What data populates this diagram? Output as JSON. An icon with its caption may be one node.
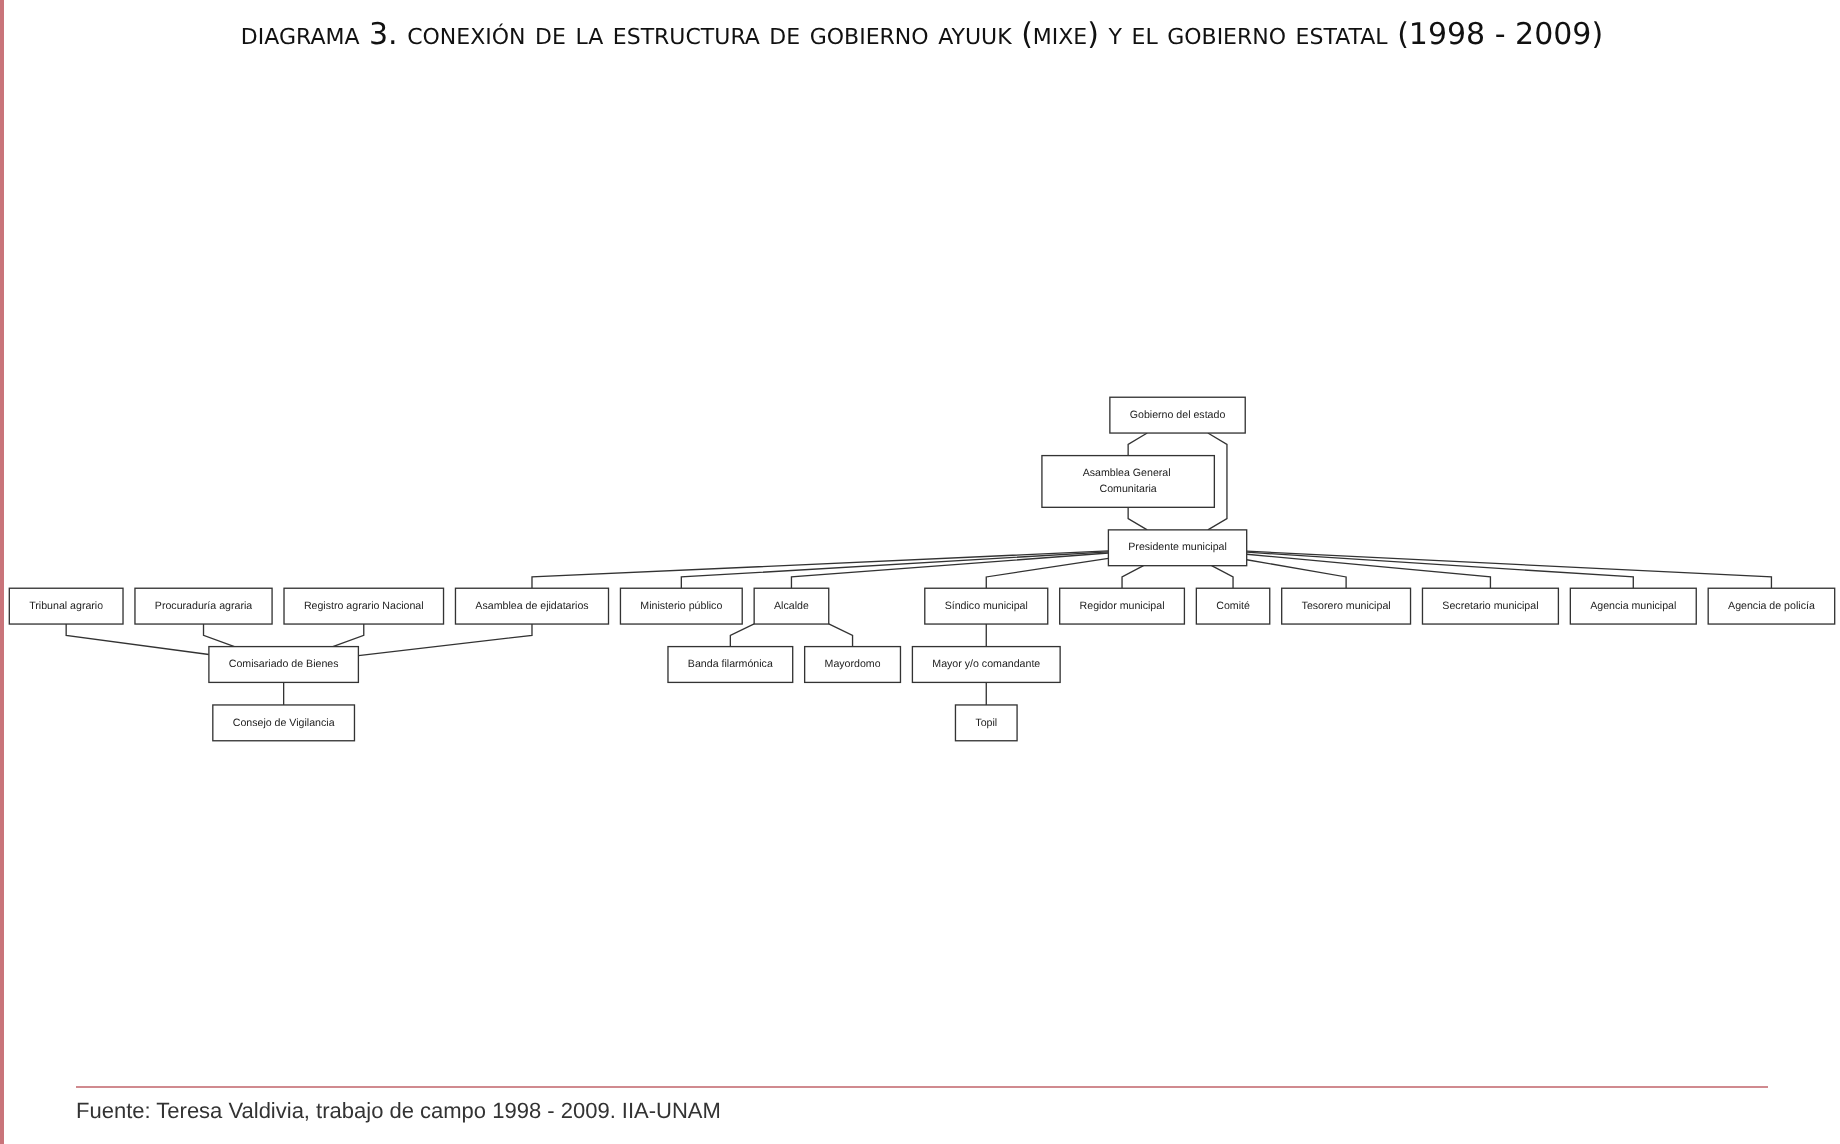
{
  "diagram": {
    "title": "diagrama 3. conexión de la estructura de gobierno ayuuk (mixe) y el gobierno estatal (1998 - 2009)",
    "caption": "Fuente: Teresa Valdivia, trabajo de campo 1998 - 2009. IIA-UNAM",
    "nodes": [
      {
        "text": [
          "Gobierno del estado"
        ]
      },
      {
        "text": [
          "Asamblea General Comunitaria"
        ]
      },
      {
        "text": [
          "Tribunal agrario"
        ]
      },
      {
        "text": [
          "Procuraduría agraria"
        ]
      },
      {
        "text": [
          "Registro agrario Nacional"
        ]
      },
      {
        "text": [
          "Ministerio público"
        ]
      },
      {
        "text": [
          "Presidente municipal"
        ]
      },
      {
        "text": [
          "Asamblea de ejidatarios"
        ]
      },
      {
        "text": [
          "Comisariado de Bienes"
        ]
      },
      {
        "text": [
          "Alcalde"
        ]
      },
      {
        "text": [
          "Síndico municipal"
        ]
      },
      {
        "text": [
          "Comité"
        ]
      },
      {
        "text": [
          "Regidor municipal"
        ]
      },
      {
        "text": [
          "Secretario municipal"
        ]
      },
      {
        "text": [
          "Agencia de policía"
        ]
      },
      {
        "text": [
          "Consejo de Vigilancia"
        ]
      },
      {
        "text": [
          "Banda filarmónica"
        ]
      },
      {
        "text": [
          "Mayor y/o comandante"
        ]
      },
      {
        "text": [
          "Mayordomo"
        ]
      },
      {
        "text": [
          "Topil"
        ]
      },
      {
        "text": [
          "Tesorero municipal"
        ]
      },
      {
        "text": [
          "Agencia municipal"
        ]
      }
    ],
    "edges": [
      {
        "from": 0,
        "to": 1,
        "arrow": "none"
      },
      {
        "from": 0,
        "to": 6,
        "arrow": "none"
      },
      {
        "from": 1,
        "to": 6,
        "arrow": "none"
      },
      {
        "from": 6,
        "to": 7,
        "arrow": "none"
      },
      {
        "from": 7,
        "to": 8,
        "arrow": "none"
      },
      {
        "from": 2,
        "to": 8,
        "arrow": "none"
      },
      {
        "from": 3,
        "to": 8,
        "arrow": "none"
      },
      {
        "from": 4,
        "to": 8,
        "arrow": "none"
      },
      {
        "from": 8,
        "to": 15,
        "arrow": "none"
      },
      {
        "from": 6,
        "to": 5,
        "arrow": "none"
      },
      {
        "from": 6,
        "to": 9,
        "arrow": "none"
      },
      {
        "from": 6,
        "to": 10,
        "arrow": "none"
      },
      {
        "from": 6,
        "to": 12,
        "arrow": "none"
      },
      {
        "from": 6,
        "to": 11,
        "arrow": "none"
      },
      {
        "from": 6,
        "to": 20,
        "arrow": "none"
      },
      {
        "from": 6,
        "to": 13,
        "arrow": "none"
      },
      {
        "from": 6,
        "to": 21,
        "arrow": "none"
      },
      {
        "from": 6,
        "to": 14,
        "arrow": "none"
      },
      {
        "from": 9,
        "to": 16,
        "arrow": "none"
      },
      {
        "from": 9,
        "to": 18,
        "arrow": "none"
      },
      {
        "from": 10,
        "to": 17,
        "arrow": "none"
      },
      {
        "from": 17,
        "to": 19,
        "arrow": "none"
      }
    ]
  }
}
